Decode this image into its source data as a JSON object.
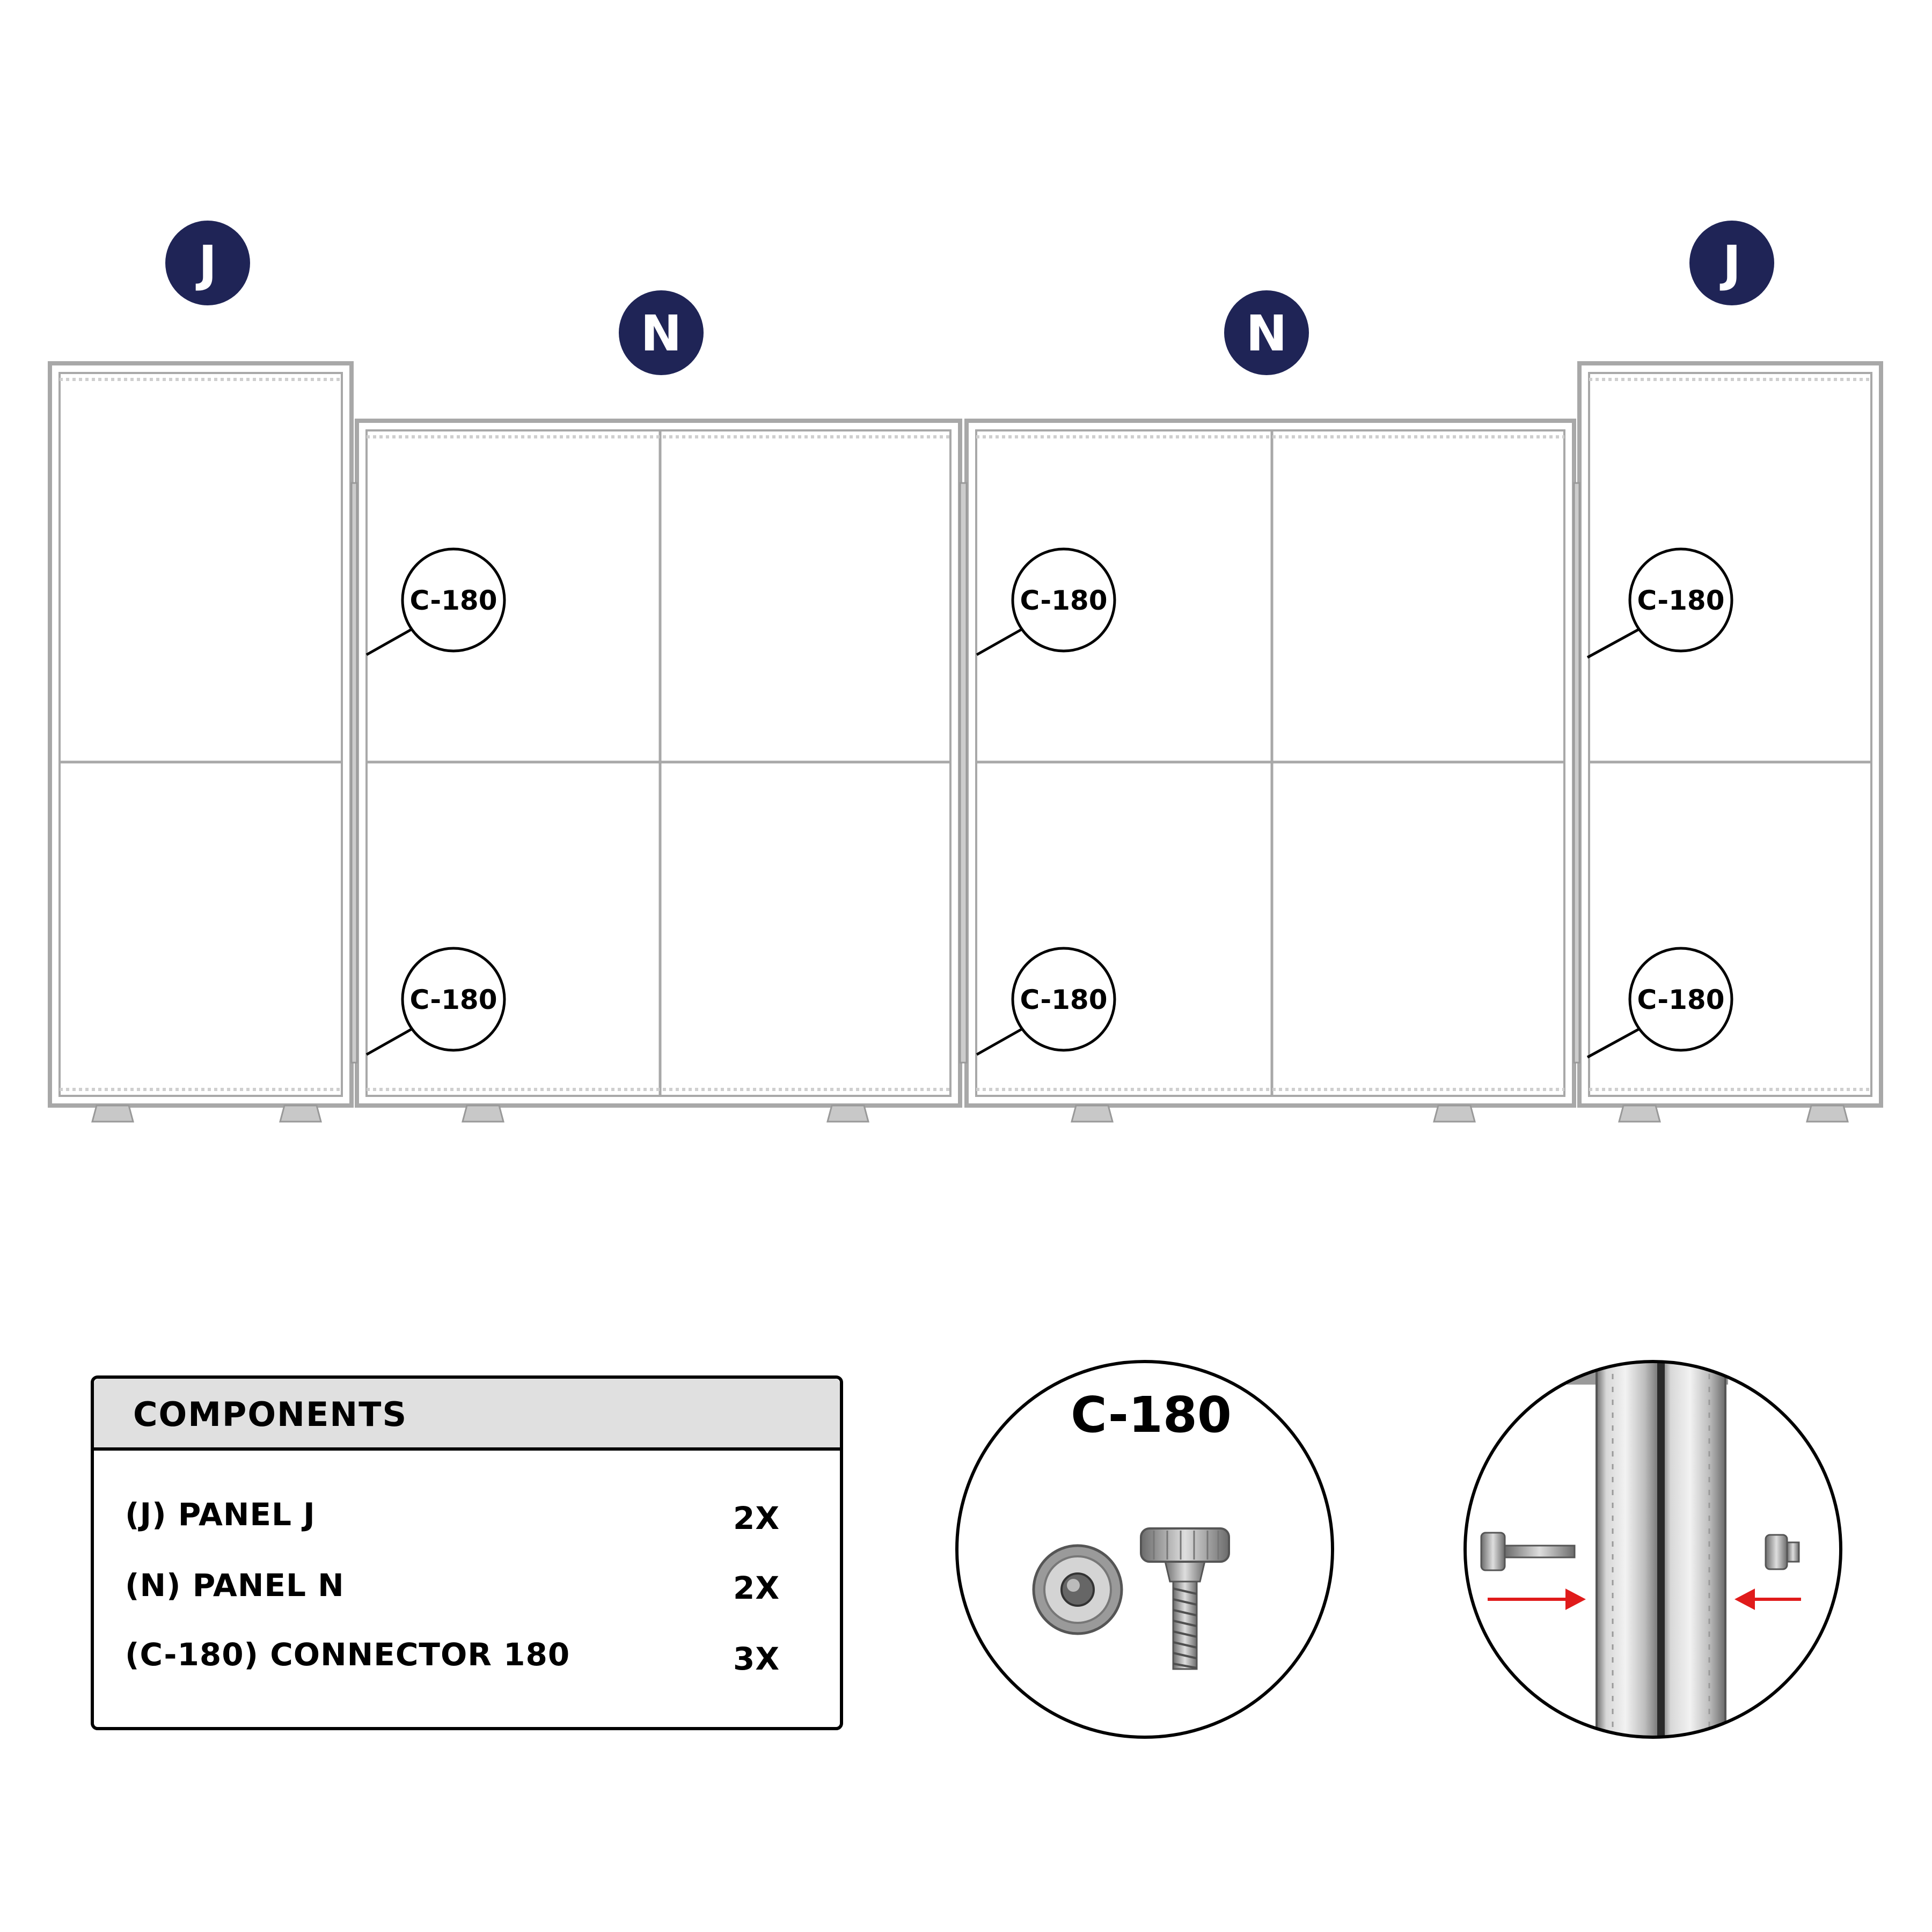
{
  "colors": {
    "badge_fill": "#1f2456",
    "badge_text": "#ffffff",
    "frame": "#a8a8a8",
    "arrow": "#e01b1b",
    "header_bg": "#e0e0e0"
  },
  "panels": [
    {
      "label": "J"
    },
    {
      "label": "N"
    },
    {
      "label": "N"
    },
    {
      "label": "J"
    }
  ],
  "callouts": [
    "C-180",
    "C-180",
    "C-180",
    "C-180",
    "C-180",
    "C-180"
  ],
  "components": {
    "title": "COMPONENTS",
    "rows": [
      {
        "name": "(J) PANEL J",
        "qty": "2X"
      },
      {
        "name": "(N) PANEL N",
        "qty": "2X"
      },
      {
        "name": "(C-180) CONNECTOR 180",
        "qty": "3X"
      }
    ]
  },
  "detail": {
    "title": "C-180"
  },
  "icons": [
    "knob-screw-icon",
    "barrel-nut-icon",
    "red-arrow-icon"
  ]
}
